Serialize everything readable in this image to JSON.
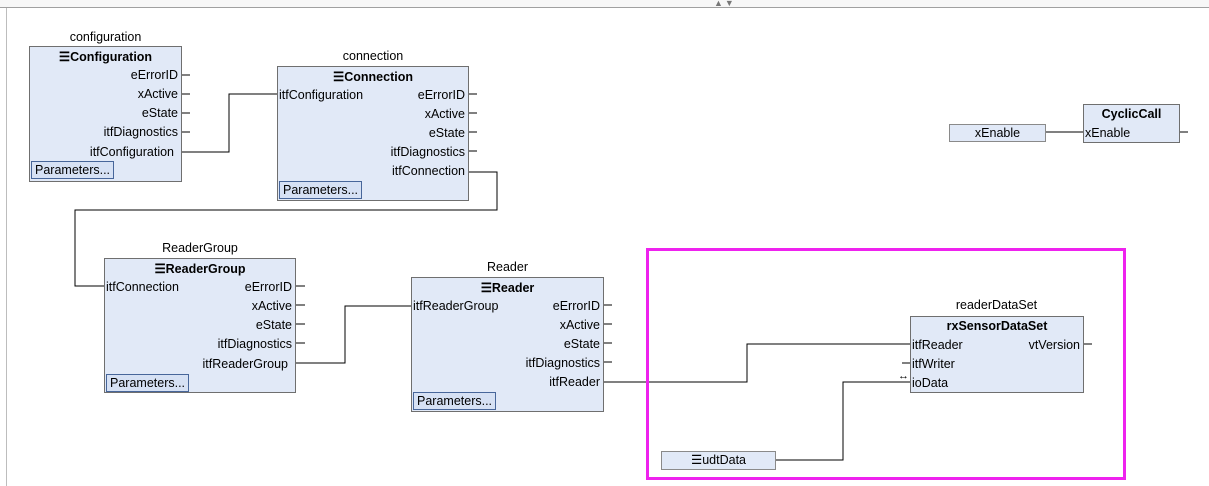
{
  "splitter": "▲▼",
  "menu_glyph": "☰",
  "blocks": {
    "configuration": {
      "instance": "configuration",
      "type": "Configuration",
      "outputs": [
        "eErrorID",
        "xActive",
        "eState",
        "itfDiagnostics",
        "itfConfiguration"
      ],
      "params": "Parameters..."
    },
    "connection": {
      "instance": "connection",
      "type": "Connection",
      "input": "itfConfiguration",
      "outputs": [
        "eErrorID",
        "xActive",
        "eState",
        "itfDiagnostics",
        "itfConnection"
      ],
      "params": "Parameters..."
    },
    "reader_group": {
      "instance": "ReaderGroup",
      "type": "ReaderGroup",
      "input": "itfConnection",
      "outputs": [
        "eErrorID",
        "xActive",
        "eState",
        "itfDiagnostics",
        "itfReaderGroup"
      ],
      "params": "Parameters..."
    },
    "reader": {
      "instance": "Reader",
      "type": "Reader",
      "input": "itfReaderGroup",
      "outputs": [
        "eErrorID",
        "xActive",
        "eState",
        "itfDiagnostics",
        "itfReader"
      ],
      "params": "Parameters..."
    },
    "cyclic_call": {
      "type": "CyclicCall",
      "input": "xEnable"
    },
    "reader_data_set": {
      "instance": "readerDataSet",
      "type": "rxSensorDataSet",
      "inputs": [
        "itfReader",
        "itfWriter",
        "ioData"
      ],
      "output": "vtVersion",
      "inout_marker": "↔"
    }
  },
  "variables": {
    "xenable": "xEnable",
    "udtdata": "udtData"
  }
}
